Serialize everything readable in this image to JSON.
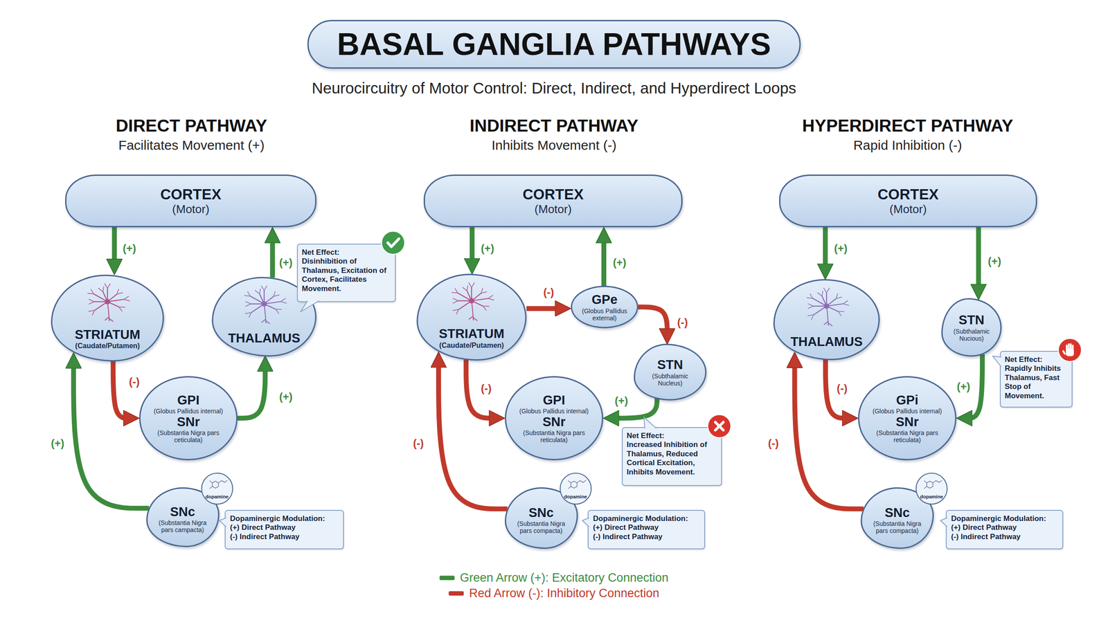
{
  "diagram": {
    "title": "BASAL GANGLIA PATHWAYS",
    "nodes": [
      {
        "text": [
          "CORTEX",
          "(Motor)"
        ]
      },
      {
        "text": [
          "STRIATUM",
          "(Caudate/Putamen)"
        ]
      },
      {
        "text": [
          "THALAMUS"
        ]
      },
      {
        "text": [
          "GPI",
          "(Globus Pallidus internal)",
          "SNr",
          "(Substantia Nigra pars ceticulata)"
        ]
      },
      {
        "text": [
          "SNc",
          "(Substantia Nigra pars campacta)"
        ]
      },
      {
        "text": [
          "dopamine"
        ],
        "in": 4
      },
      {
        "text": [
          "Dopaminergic Modulation:",
          "(+) Direct Pathway",
          "(-) Indirect Pathway"
        ]
      },
      {
        "text": [
          "Net Effect:",
          "Disinhibition of Thalamus, Excitation of Cortex, Facilitates Movement."
        ]
      },
      {
        "text": [
          "CORTEX",
          "(Motor)"
        ]
      },
      {
        "text": [
          "STRIATUM",
          "(Caudate/Putamen)"
        ]
      },
      {
        "text": [
          "GPe",
          "(Globus Pallidus external)"
        ]
      },
      {
        "text": [
          "STN",
          "(Subthalamic Nucleus)"
        ]
      },
      {
        "text": [
          "GPI",
          "(Globus Pallidus internal)",
          "SNr",
          "(Substantia Nigra pars reticulata)"
        ]
      },
      {
        "text": [
          "SNc",
          "(Substantia Nigra pars compacta)"
        ]
      },
      {
        "text": [
          "dopamine"
        ],
        "in": 13
      },
      {
        "text": [
          "Dopaminergic Modulation:",
          "(+) Direct Pathway",
          "(-) Indirect Pathway"
        ]
      },
      {
        "text": [
          "Net Effect:",
          "Increased Inhibition of Thalamus, Reduced Cortical Excitation, Inhibits Movement."
        ]
      },
      {
        "text": [
          "CORTEX",
          "(Motor)"
        ]
      },
      {
        "text": [
          "THALAMUS"
        ]
      },
      {
        "text": [
          "STN",
          "(Subthalamic Nucious)"
        ]
      },
      {
        "text": [
          "GPi",
          "(Globus Pallidus internal)",
          "SNr",
          "(Substantia Nigra pars reticulata)"
        ]
      },
      {
        "text": [
          "SNc",
          "(Substantia Nigra pars compacta)"
        ]
      },
      {
        "text": [
          "dopamine"
        ],
        "in": 21
      },
      {
        "text": [
          "Dopaminergic Modulation:",
          "(+) Direct Pathway",
          "(-) Indirect Pathway"
        ]
      },
      {
        "text": [
          "Net Effect:",
          "Rapidly Inhibits Thalamus, Fast Stop of Movement."
        ]
      }
    ],
    "edges": [
      {
        "from": 0,
        "to": 1,
        "label": "(+)",
        "arrow": "to"
      },
      {
        "from": 2,
        "to": 0,
        "label": "(+)",
        "arrow": "to"
      },
      {
        "from": 1,
        "to": 3,
        "label": "(-)",
        "arrow": "to"
      },
      {
        "from": 3,
        "to": 2,
        "label": "(+)",
        "arrow": "to"
      },
      {
        "from": 4,
        "to": 1,
        "label": "(+)",
        "arrow": "to"
      },
      {
        "from": 8,
        "to": 9,
        "label": "(+)",
        "arrow": "to"
      },
      {
        "from": 9,
        "to": 10,
        "label": "(-)",
        "arrow": "to"
      },
      {
        "from": 10,
        "to": 8,
        "label": "(+)",
        "arrow": "to"
      },
      {
        "from": 10,
        "to": 11,
        "label": "(-)",
        "arrow": "to"
      },
      {
        "from": 11,
        "to": 12,
        "label": "(+)",
        "arrow": "to"
      },
      {
        "from": 9,
        "to": 12,
        "label": "(-)",
        "arrow": "to"
      },
      {
        "from": 13,
        "to": 9,
        "label": "(-)",
        "arrow": "to"
      },
      {
        "from": 17,
        "to": 18,
        "label": "(+)",
        "arrow": "to"
      },
      {
        "from": 17,
        "to": 19,
        "label": "(+)",
        "arrow": "to"
      },
      {
        "from": 18,
        "to": 20,
        "label": "(-)",
        "arrow": "to"
      },
      {
        "from": 19,
        "to": 20,
        "label": "(+)",
        "arrow": "to"
      },
      {
        "from": 21,
        "to": 18,
        "label": "(-)",
        "arrow": "to"
      }
    ],
    "labels": [
      "Neurocircuitry of Motor Control: Direct, Indirect, and Hyperdirect Loops",
      "DIRECT PATHWAY",
      "Facilitates Movement (+)",
      "INDIRECT PATHWAY",
      "Inhibits Movement (-)",
      "HYPERDIRECT PATHWAY",
      "Rapid Inhibition (-)"
    ],
    "legend": [
      {
        "text": "Green Arrow (+): Excitatory Connection",
        "color": "#3d8b3d"
      },
      {
        "text": "Red Arrow (-): Inhibitory Connection",
        "color": "#c0392b"
      }
    ]
  }
}
